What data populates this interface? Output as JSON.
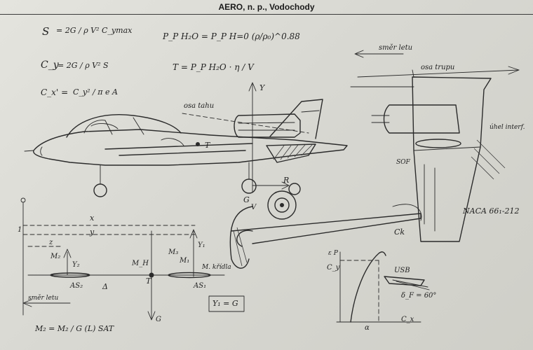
{
  "header": {
    "title": "AERO, n. p., Vodochody"
  },
  "formulas": {
    "lift_lhs": "S",
    "lift_rhs": "= 2G / ρ V² C_ymax",
    "cy_lhs": "C_y",
    "cy_rhs": "= 2G / ρ V² S",
    "cx_lhs": "C_x' =",
    "cx_rhs": "C_y² / π e A",
    "pressure": "P_P H₂O = P_P H=0 (ρ/ρ₀)^0.88",
    "thrust": "T = P_P H₂O · η / V",
    "load": "Y₁ = G",
    "moment": "M₂ = M₂ / G (L) SAT"
  },
  "labels": {
    "flight_dir_top": "směr letu",
    "thrust_axis": "osa tahu",
    "fuselage_axis": "osa trupu",
    "interference": "úhel interf.",
    "naca": "NACA 66₁-212",
    "usb": "USB",
    "flap": "δ_F = 60°",
    "cy_axis": "C_y",
    "cx_axis": "C_x",
    "ep_axis": "ε P",
    "alpha": "α",
    "t_label": "T",
    "y_label": "Y",
    "r_label": "R",
    "g_label": "G",
    "v_label": "V",
    "ck": "Ck",
    "x_dim": "x",
    "y_dim": "y",
    "z_dim": "z",
    "m2": "M₂",
    "y2": "Y₂",
    "mh": "M_H",
    "m3": "M₃",
    "m1": "M₁",
    "y1": "Y₁",
    "as2": "AS₂",
    "as1": "AS₁",
    "delta": "Δ",
    "t_point": "T",
    "g_down": "G",
    "flight_dir_bottom": "směr letu",
    "wing_note": "M. křídla",
    "sf": "SOF",
    "one": "1"
  }
}
